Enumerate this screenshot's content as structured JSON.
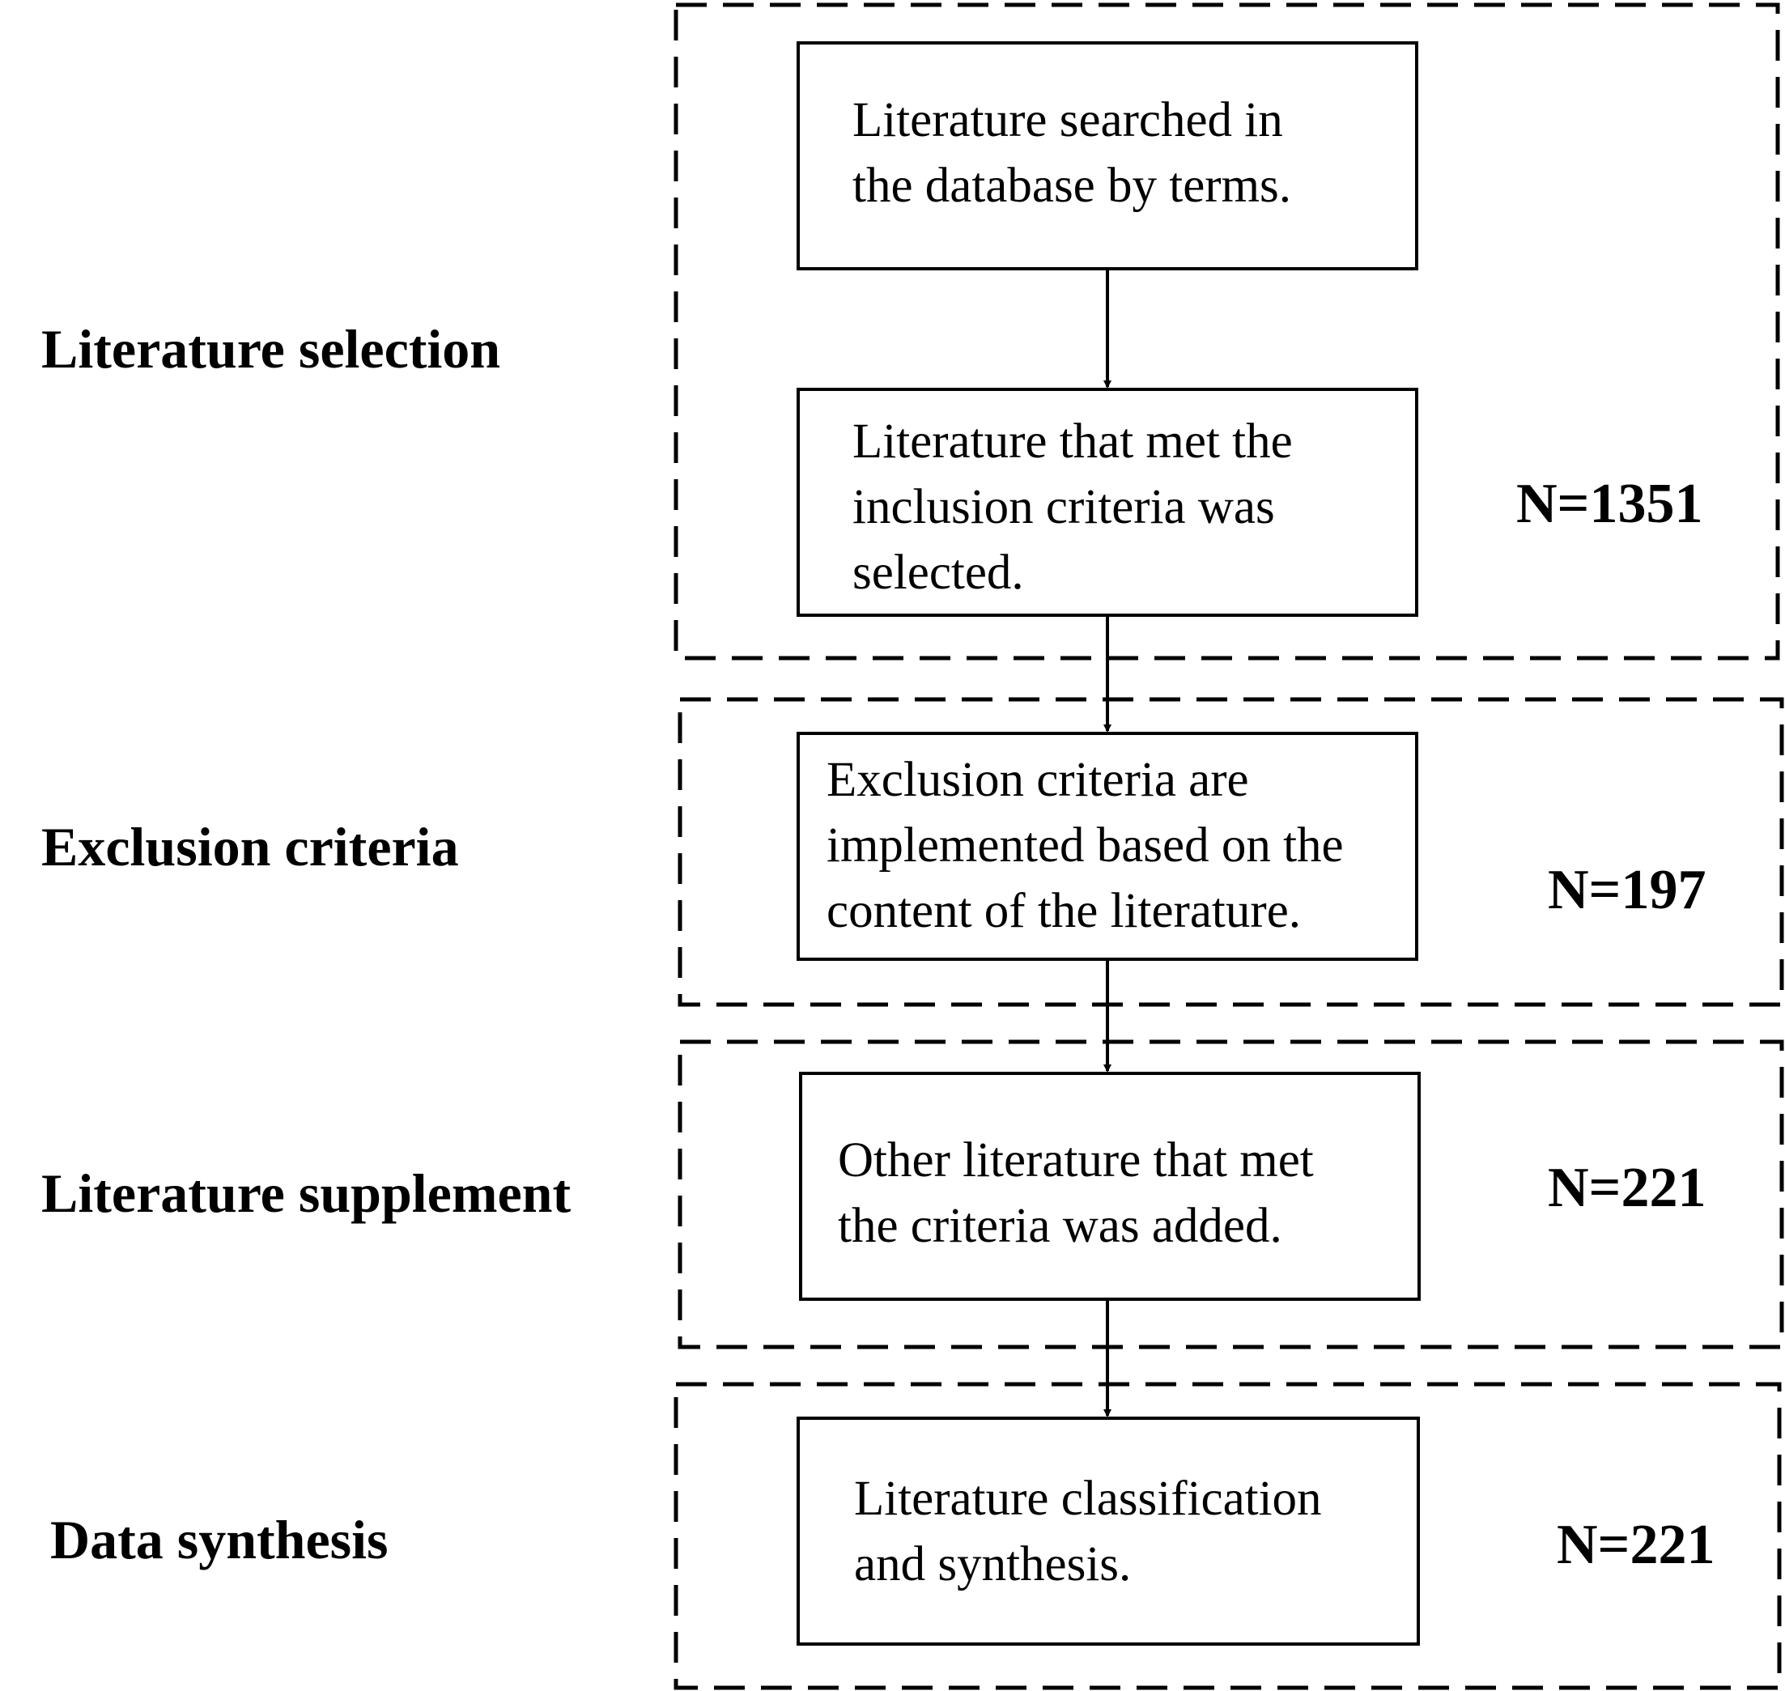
{
  "stages": [
    {
      "label": "Literature selection",
      "count": "N=1351",
      "steps": [
        {
          "lines": [
            "Literature searched in",
            "the database by terms."
          ]
        },
        {
          "lines": [
            "Literature that met the",
            "inclusion criteria was",
            "selected."
          ]
        }
      ]
    },
    {
      "label": "Exclusion criteria",
      "count": "N=197",
      "steps": [
        {
          "lines": [
            "Exclusion criteria are",
            "implemented based on the",
            "content of the literature."
          ]
        }
      ]
    },
    {
      "label": "Literature supplement",
      "count": "N=221",
      "steps": [
        {
          "lines": [
            "Other literature that met",
            "the criteria was added."
          ]
        }
      ]
    },
    {
      "label": "Data synthesis",
      "count": "N=221",
      "steps": [
        {
          "lines": [
            "Literature classification",
            "and synthesis."
          ]
        }
      ]
    }
  ],
  "colors": {
    "line": "#000000",
    "background": "#ffffff"
  }
}
